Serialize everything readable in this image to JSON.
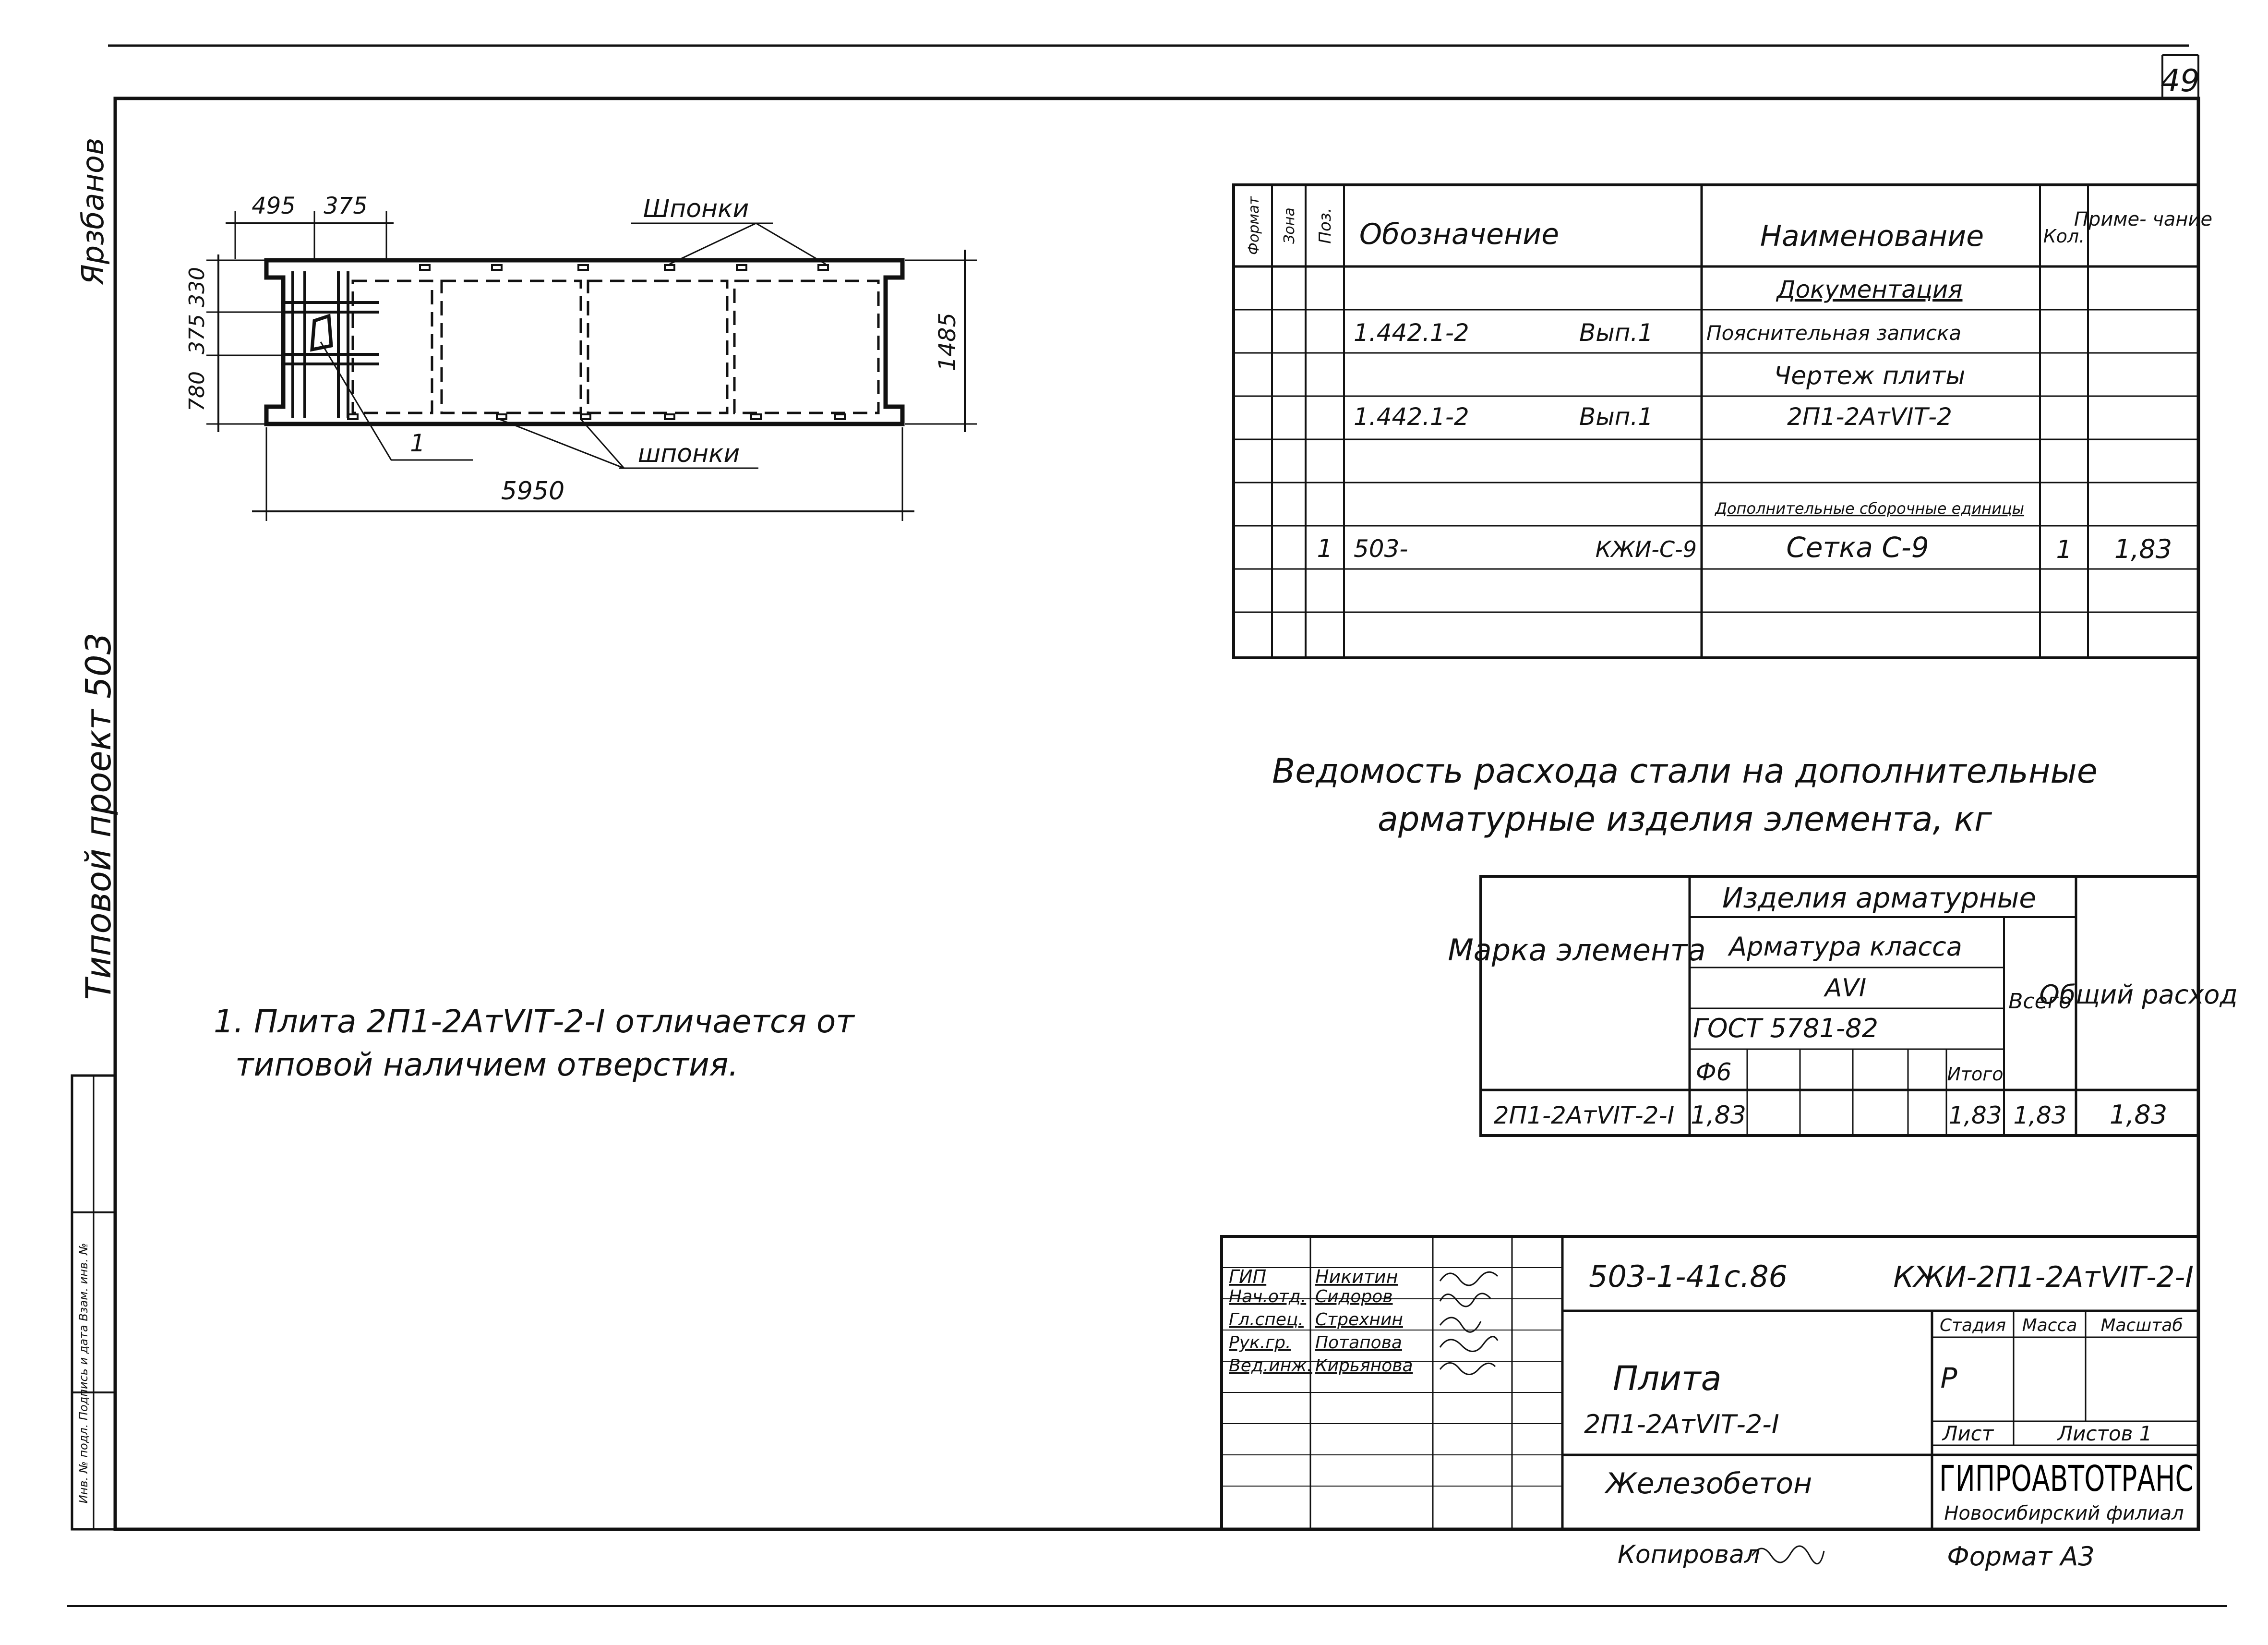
{
  "sheet": {
    "page_number": "49",
    "left_margin_vertical_top": "Ярзбанов",
    "left_margin_vertical_title": "Типовой проект 503",
    "left_stamp_text": "Инв. № подл. Подпись и дата Взам. инв. №"
  },
  "drawing": {
    "dim_top_1": "495",
    "dim_top_2": "375",
    "dim_left_1": "330",
    "dim_left_2": "375",
    "dim_left_3": "780",
    "dim_right": "1485",
    "dim_bottom": "5950",
    "label_top": "Шпонки",
    "label_bottom": "шпонки",
    "label_pos": "1"
  },
  "spec_table": {
    "headers": {
      "format": "Формат",
      "zone": "Зона",
      "pos": "Поз.",
      "designation": "Обозначение",
      "name": "Наименование",
      "qty": "Кол.",
      "note": "Приме- чание"
    },
    "rows": [
      {
        "pos": "",
        "designation": "",
        "designation_b": "",
        "name": "Документация",
        "qty": "",
        "note": ""
      },
      {
        "pos": "",
        "designation": "1.442.1-2",
        "designation_b": "Вып.1",
        "name": "Пояснительная записка",
        "qty": "",
        "note": ""
      },
      {
        "pos": "",
        "designation": "",
        "designation_b": "",
        "name": "Чертеж плиты",
        "qty": "",
        "note": ""
      },
      {
        "pos": "",
        "designation": "1.442.1-2",
        "designation_b": "Вып.1",
        "name": "2П1-2АтVIТ-2",
        "qty": "",
        "note": ""
      },
      {
        "pos": "",
        "designation": "",
        "designation_b": "",
        "name": "",
        "qty": "",
        "note": ""
      },
      {
        "pos": "",
        "designation": "",
        "designation_b": "",
        "name": "Дополнительные сборочные единицы",
        "qty": "",
        "note": ""
      },
      {
        "pos": "1",
        "designation": "503-",
        "designation_b": "КЖИ-С-9",
        "name": "Сетка С-9",
        "qty": "1",
        "note": "1,83"
      },
      {
        "pos": "",
        "designation": "",
        "designation_b": "",
        "name": "",
        "qty": "",
        "note": ""
      },
      {
        "pos": "",
        "designation": "",
        "designation_b": "",
        "name": "",
        "qty": "",
        "note": ""
      }
    ]
  },
  "steel_title_line1": "Ведомость расхода стали на дополнительные",
  "steel_title_line2": "арматурные изделия элемента, кг",
  "steel_table": {
    "col_mark": "Марка элемента",
    "col_items": "Изделия арматурные",
    "col_armature": "Арматура класса",
    "col_class": "АVI",
    "col_gost": "ГОСТ 5781-82",
    "col_d6": "Ф6",
    "col_subtotal": "Итого",
    "col_total": "Всего",
    "col_general": "Общий расход",
    "row": {
      "mark": "2П1-2АтVIТ-2-I",
      "d6": "1,83",
      "subtotal": "1,83",
      "total": "1,83",
      "general": "1,83"
    }
  },
  "note_line1": "1. Плита 2П1-2АтVIТ-2-I отличается от",
  "note_line2": "типовой наличием отверстия.",
  "title_block": {
    "roles": [
      {
        "role": "ГИП",
        "name": "Никитин"
      },
      {
        "role": "Нач.отд.",
        "name": "Сидоров"
      },
      {
        "role": "Гл.спец.",
        "name": "Стрехнин"
      },
      {
        "role": "Рук.гр.",
        "name": "Потапова"
      },
      {
        "role": "Вед.инж.",
        "name": "Кирьянова"
      }
    ],
    "code": "503-1-41с.86",
    "mark": "КЖИ-2П1-2АтVIТ-2-I",
    "stage_label": "Стадия",
    "mass_label": "Масса",
    "scale_label": "Масштаб",
    "stage_value": "Р",
    "sheet_label": "Лист",
    "sheets_label": "Листов 1",
    "name_line1": "Плита",
    "name_line2": "2П1-2АтVIТ-2-I",
    "material": "Железобетон",
    "org_name": "ГИПРОАВТОТРАНС",
    "org_branch": "Новосибирский филиал",
    "copied_by": "Копировал",
    "format": "Формат А3"
  }
}
